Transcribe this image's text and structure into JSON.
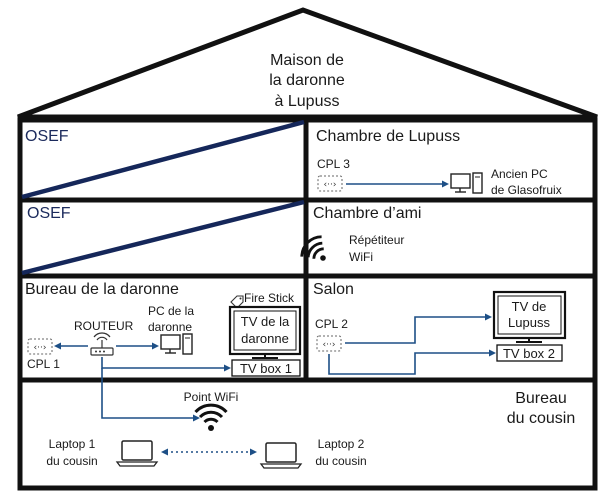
{
  "house": {
    "title_lines": [
      "Maison de",
      "la daronne",
      "à Lupuss"
    ]
  },
  "rooms": {
    "osef_1": "OSEF",
    "osef_2": "OSEF",
    "chambre_lupuss": "Chambre de Lupuss",
    "chambre_ami": "Chambre d’ami",
    "bureau_daronne": "Bureau de la daronne",
    "salon": "Salon",
    "bureau_cousin_lines": [
      "Bureau",
      "du cousin"
    ]
  },
  "devices": {
    "cpl3": "CPL 3",
    "ancien_pc_lines": [
      "Ancien PC",
      "de Glasofruix"
    ],
    "repeteur_lines": [
      "Répétiteur",
      "WiFi"
    ],
    "routeur": "ROUTEUR",
    "pc_daronne_lines": [
      "PC de la",
      "daronne"
    ],
    "fire_stick": "Fire Stick",
    "tv_daronne_lines": [
      "TV de la",
      "daronne"
    ],
    "tv_box_1": "TV box 1",
    "cpl1": "CPL 1",
    "cpl2": "CPL 2",
    "tv_lupuss_lines": [
      "TV de",
      "Lupuss"
    ],
    "tv_box_2": "TV box 2",
    "point_wifi": "Point WiFi",
    "laptop1_lines": [
      "Laptop 1",
      "du cousin"
    ],
    "laptop2_lines": [
      "Laptop 2",
      "du cousin"
    ]
  },
  "colors": {
    "wall": "#111111",
    "link": "#1d4f86",
    "osef_text": "#1b2a5c"
  },
  "icons": [
    "plug-icon",
    "router-icon",
    "desktop-icon",
    "tv-icon",
    "tag-icon",
    "wifi-icon",
    "laptop-icon"
  ]
}
